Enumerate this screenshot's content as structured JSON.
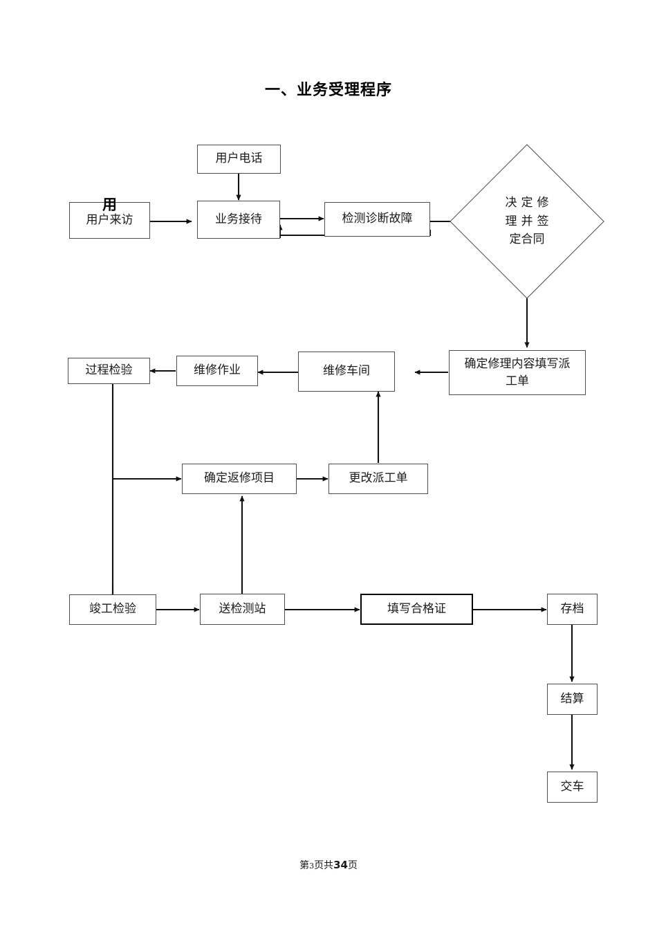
{
  "document": {
    "title": "一、业务受理程序",
    "footer": {
      "prefix": "第",
      "page": "3",
      "middle": "页共",
      "total": "34",
      "suffix": "页"
    }
  },
  "chart_data": {
    "type": "diagram",
    "title": "一、业务受理程序",
    "nodes": [
      {
        "id": "customer_call",
        "label": "用户电话",
        "shape": "rect"
      },
      {
        "id": "customer_visit",
        "label": "用户来访",
        "shape": "rect",
        "overlay_glyph": "用"
      },
      {
        "id": "reception",
        "label": "业务接待",
        "shape": "rect"
      },
      {
        "id": "diagnose",
        "label": "检测诊断故障",
        "shape": "rect"
      },
      {
        "id": "decide_contract",
        "label": "决定修理并签定合同",
        "shape": "diamond",
        "lines": [
          "决定修",
          "理并签",
          "定合同"
        ]
      },
      {
        "id": "work_order",
        "label": "确定修理内容填写派工单",
        "shape": "rect",
        "lines": [
          "确定修理内容填写派",
          "工单"
        ]
      },
      {
        "id": "repair_shop",
        "label": "维修车间",
        "shape": "rect"
      },
      {
        "id": "repair_work",
        "label": "维修作业",
        "shape": "rect"
      },
      {
        "id": "process_check",
        "label": "过程检验",
        "shape": "rect"
      },
      {
        "id": "rework_items",
        "label": "确定返修项目",
        "shape": "rect"
      },
      {
        "id": "change_order",
        "label": "更改派工单",
        "shape": "rect"
      },
      {
        "id": "final_check",
        "label": "竣工检验",
        "shape": "rect"
      },
      {
        "id": "send_station",
        "label": "送检测站",
        "shape": "rect"
      },
      {
        "id": "certificate",
        "label": "填写合格证",
        "shape": "rect",
        "emphasis": "thick"
      },
      {
        "id": "archive",
        "label": "存档",
        "shape": "rect"
      },
      {
        "id": "settlement",
        "label": "结算",
        "shape": "rect"
      },
      {
        "id": "deliver",
        "label": "交车",
        "shape": "rect"
      }
    ],
    "edges": [
      {
        "from": "customer_call",
        "to": "reception",
        "dir": "down"
      },
      {
        "from": "customer_visit",
        "to": "reception",
        "dir": "right"
      },
      {
        "from": "reception",
        "to": "diagnose",
        "dir": "right"
      },
      {
        "from": "diagnose",
        "to": "reception",
        "dir": "up-left-return"
      },
      {
        "from": "diagnose",
        "to": "decide_contract",
        "dir": "right"
      },
      {
        "from": "decide_contract",
        "to": "work_order",
        "dir": "down"
      },
      {
        "from": "work_order",
        "to": "repair_shop",
        "dir": "left"
      },
      {
        "from": "repair_shop",
        "to": "repair_work",
        "dir": "left"
      },
      {
        "from": "repair_work",
        "to": "process_check",
        "dir": "left"
      },
      {
        "from": "process_check",
        "to": "rework_items",
        "dir": "down-right"
      },
      {
        "from": "process_check",
        "to": "final_check",
        "dir": "down"
      },
      {
        "from": "rework_items",
        "to": "change_order",
        "dir": "right"
      },
      {
        "from": "change_order",
        "to": "repair_shop",
        "dir": "up"
      },
      {
        "from": "final_check",
        "to": "send_station",
        "dir": "right"
      },
      {
        "from": "send_station",
        "to": "rework_items",
        "dir": "up"
      },
      {
        "from": "send_station",
        "to": "certificate",
        "dir": "right"
      },
      {
        "from": "certificate",
        "to": "archive",
        "dir": "right"
      },
      {
        "from": "archive",
        "to": "settlement",
        "dir": "down"
      },
      {
        "from": "settlement",
        "to": "deliver",
        "dir": "down"
      }
    ]
  }
}
